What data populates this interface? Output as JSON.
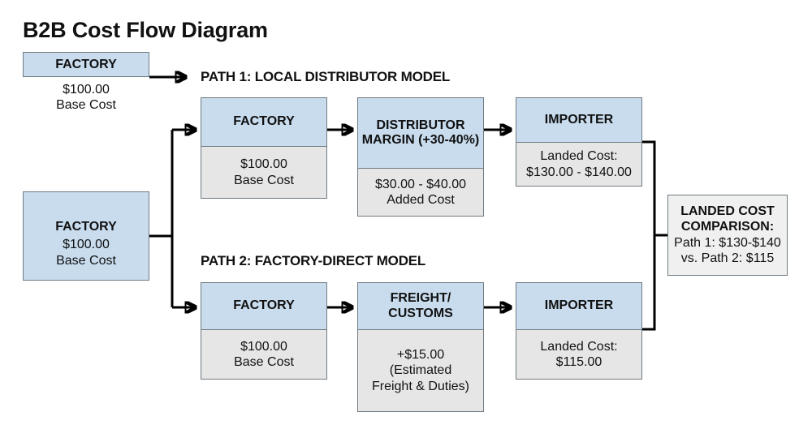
{
  "page": {
    "title": "B2B Cost Flow Diagram",
    "type": "flowchart",
    "accent_blue": "#c8dcee",
    "body_gray": "#e6e6e6",
    "border_gray": "#6f7a82",
    "line_color": "#000000"
  },
  "legend": {
    "label": "FACTORY",
    "caption": "$100.00\nBase Cost"
  },
  "source": {
    "label": "FACTORY",
    "caption": "$100.00\nBase Cost"
  },
  "paths": [
    {
      "heading": "PATH 1: LOCAL DISTRIBUTOR MODEL",
      "nodes": [
        {
          "head": "FACTORY",
          "body": "$100.00\nBase Cost"
        },
        {
          "head": "DISTRIBUTOR\nMARGIN\n(+30-40%)",
          "body": "$30.00 - $40.00\nAdded Cost"
        },
        {
          "head": "IMPORTER",
          "body": "Landed Cost:\n$130.00 - $140.00"
        }
      ]
    },
    {
      "heading": "PATH 2: FACTORY-DIRECT MODEL",
      "nodes": [
        {
          "head": "FACTORY",
          "body": "$100.00\nBase Cost"
        },
        {
          "head": "FREIGHT/\nCUSTOMS",
          "body": "+$15.00\n(Estimated\nFreight & Duties)"
        },
        {
          "head": "IMPORTER",
          "body": "Landed Cost:\n$115.00"
        }
      ]
    }
  ],
  "comparison": {
    "title": "LANDED COST\nCOMPARISON:",
    "body": "Path 1: $130-$140\nvs. Path 2: $115"
  }
}
